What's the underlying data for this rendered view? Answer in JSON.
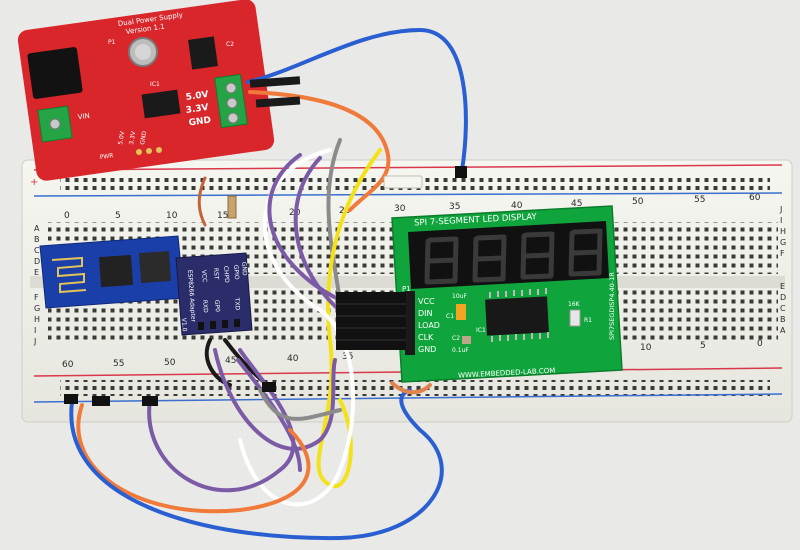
{
  "power_board": {
    "title": "Dual Power Supply",
    "version": "Version 1.1",
    "out_5v": "5.0V",
    "out_33v": "3.3V",
    "gnd": "GND",
    "vin": "VIN",
    "pin_5v": "5.0V",
    "pin_33v": "3.3V",
    "pin_gnd": "GND",
    "pwr": "PWR",
    "c2": "C2",
    "ic1": "IC1",
    "p1": "P1"
  },
  "breadboard": {
    "top_numbers": [
      "0",
      "5",
      "10",
      "15",
      "20",
      "25",
      "30",
      "35",
      "40",
      "45",
      "50",
      "55",
      "60"
    ],
    "bottom_numbers": [
      "60",
      "55",
      "50",
      "45",
      "40",
      "35",
      "10",
      "5",
      "0"
    ],
    "rows_left": [
      "A",
      "B",
      "C",
      "D",
      "E",
      "F",
      "G",
      "H",
      "I",
      "J"
    ],
    "rows_right": [
      "J",
      "I",
      "H",
      "G",
      "F",
      "E",
      "D",
      "C",
      "B",
      "A"
    ]
  },
  "adapter": {
    "title": "ESP8266 Adapter",
    "version": "V1.0",
    "pins": [
      "VCC",
      "RST",
      "CHPD",
      "GPIO",
      "GND",
      "RXD",
      "GP0",
      "TXD"
    ]
  },
  "display_board": {
    "title": "SPI 7-SEGMENT LED DISPLAY",
    "url": "WWW.EMBEDDED-LAB.COM",
    "model": "SPI7SEGDISP4.40-1R",
    "pins": [
      "VCC",
      "DIN",
      "LOAD",
      "CLK",
      "GND"
    ],
    "p1": "P1",
    "cap1": "10uF",
    "cap2": "0.1uF",
    "c1": "C1",
    "c2": "C2",
    "ic1": "IC1",
    "r1": "R1",
    "r_val": "16K"
  },
  "colors": {
    "background": "#e9e9e7",
    "breadboard": "#f1f1ec",
    "power_pcb": "#d8262b",
    "display_pcb": "#10a53c",
    "esp_pcb": "#1a3fa8",
    "wire_blue": "#2a5fd2",
    "wire_orange": "#f07a3a",
    "wire_purple": "#7b5aa6",
    "wire_yellow": "#f3e21a",
    "wire_white": "#ffffff",
    "wire_grey": "#8b8b8b",
    "rail_red": "#d9384a",
    "rail_blue": "#3a6fd0"
  }
}
